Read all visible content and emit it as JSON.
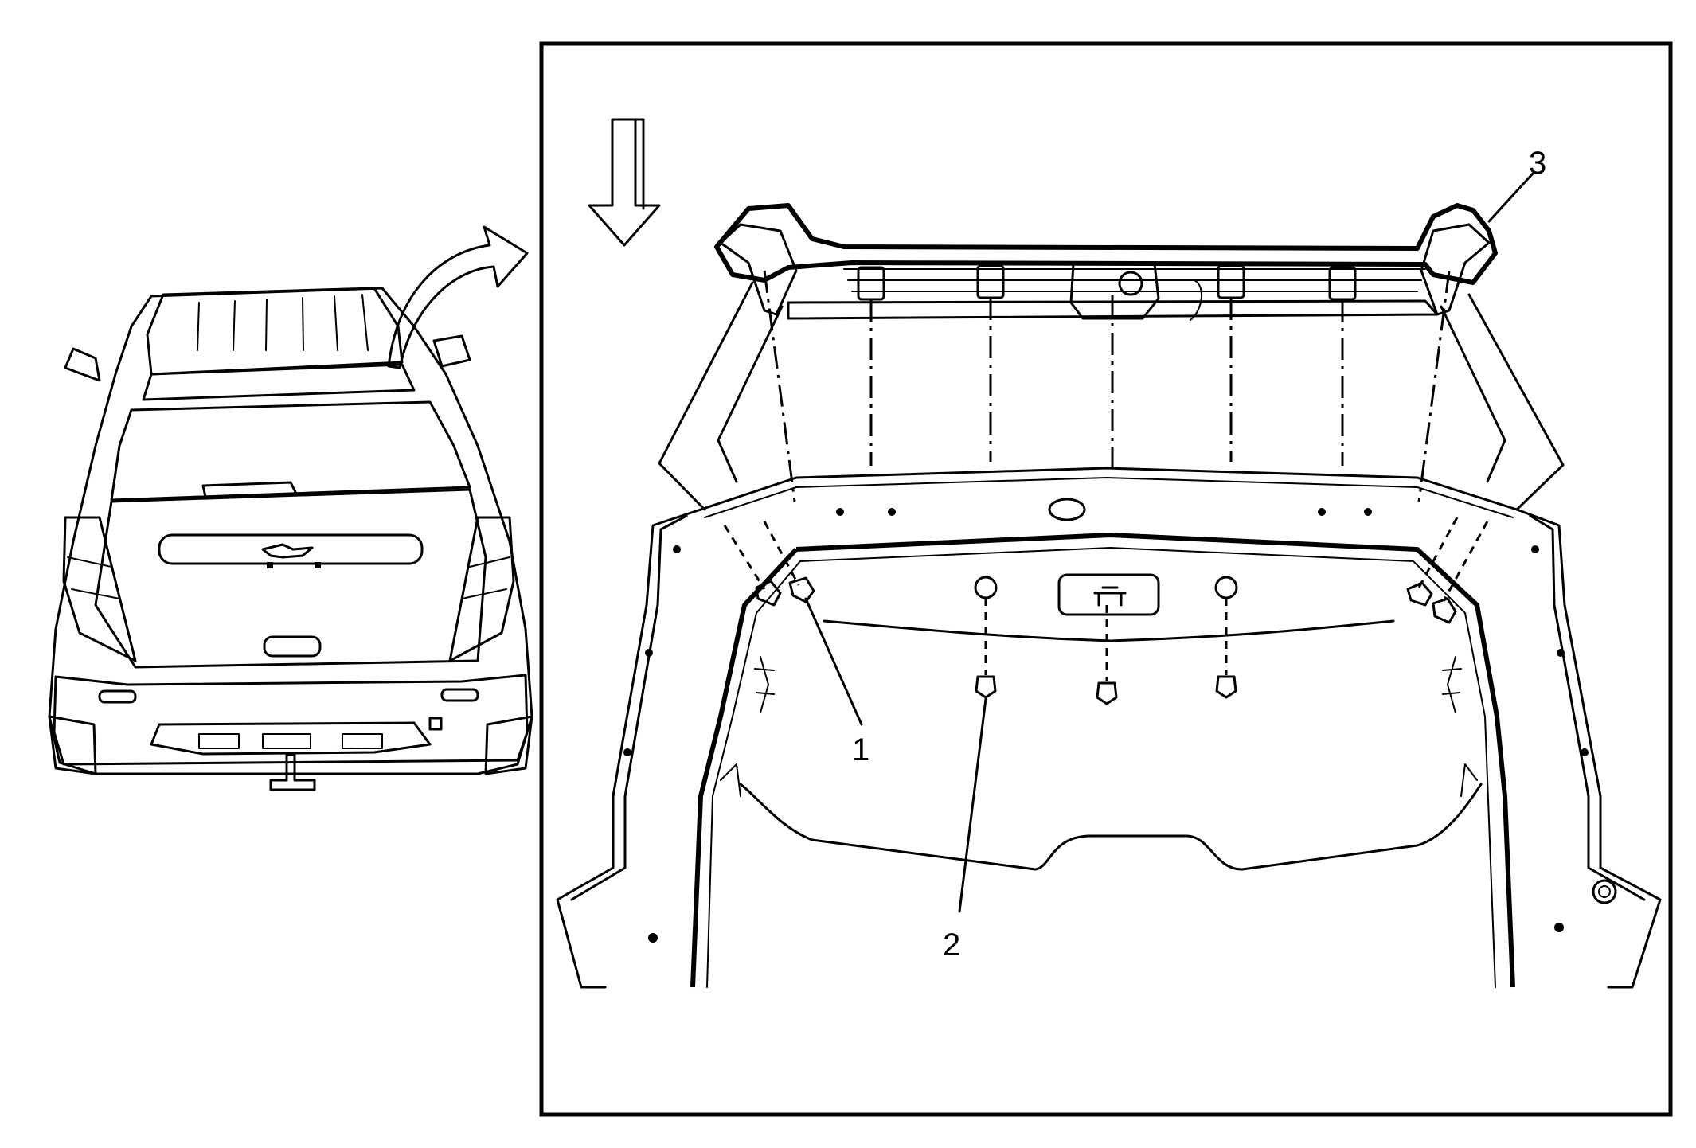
{
  "callouts": {
    "c1": "1",
    "c2": "2",
    "c3": "3"
  },
  "icons": {
    "view_direction": "down-arrow-icon",
    "detail_pointer": "curved-arrow-icon"
  },
  "colors": {
    "ink": "#000000",
    "paper": "#ffffff"
  }
}
